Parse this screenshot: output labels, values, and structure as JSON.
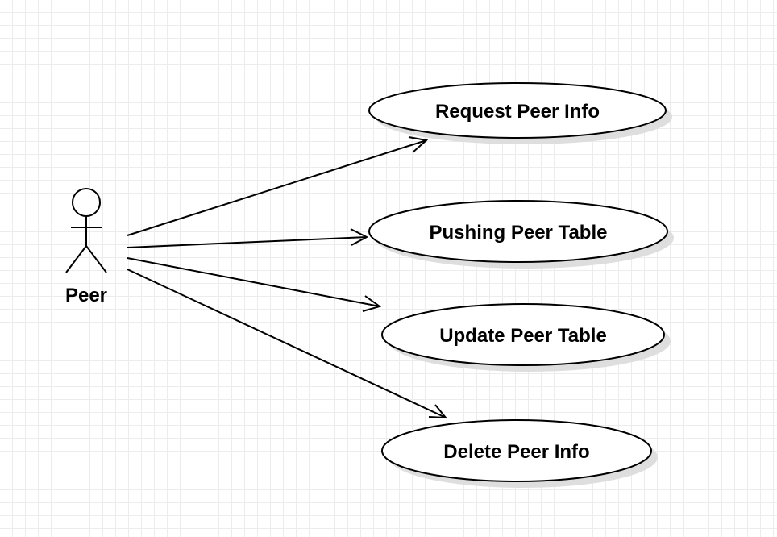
{
  "actor": {
    "name": "Peer",
    "icon": "stick-figure-icon"
  },
  "use_cases": [
    {
      "id": "request-peer-info",
      "label": "Request Peer Info"
    },
    {
      "id": "pushing-peer-table",
      "label": "Pushing Peer Table"
    },
    {
      "id": "update-peer-table",
      "label": "Update Peer Table"
    },
    {
      "id": "delete-peer-info",
      "label": "Delete Peer Info"
    }
  ],
  "associations": [
    {
      "from": "Peer",
      "to": "request-peer-info",
      "arrow": "open"
    },
    {
      "from": "Peer",
      "to": "pushing-peer-table",
      "arrow": "open"
    },
    {
      "from": "Peer",
      "to": "update-peer-table",
      "arrow": "open"
    },
    {
      "from": "Peer",
      "to": "delete-peer-info",
      "arrow": "open"
    }
  ],
  "colors": {
    "stroke": "#000000",
    "fill": "#ffffff",
    "shadow": "#dedede",
    "grid": "#ececec"
  }
}
